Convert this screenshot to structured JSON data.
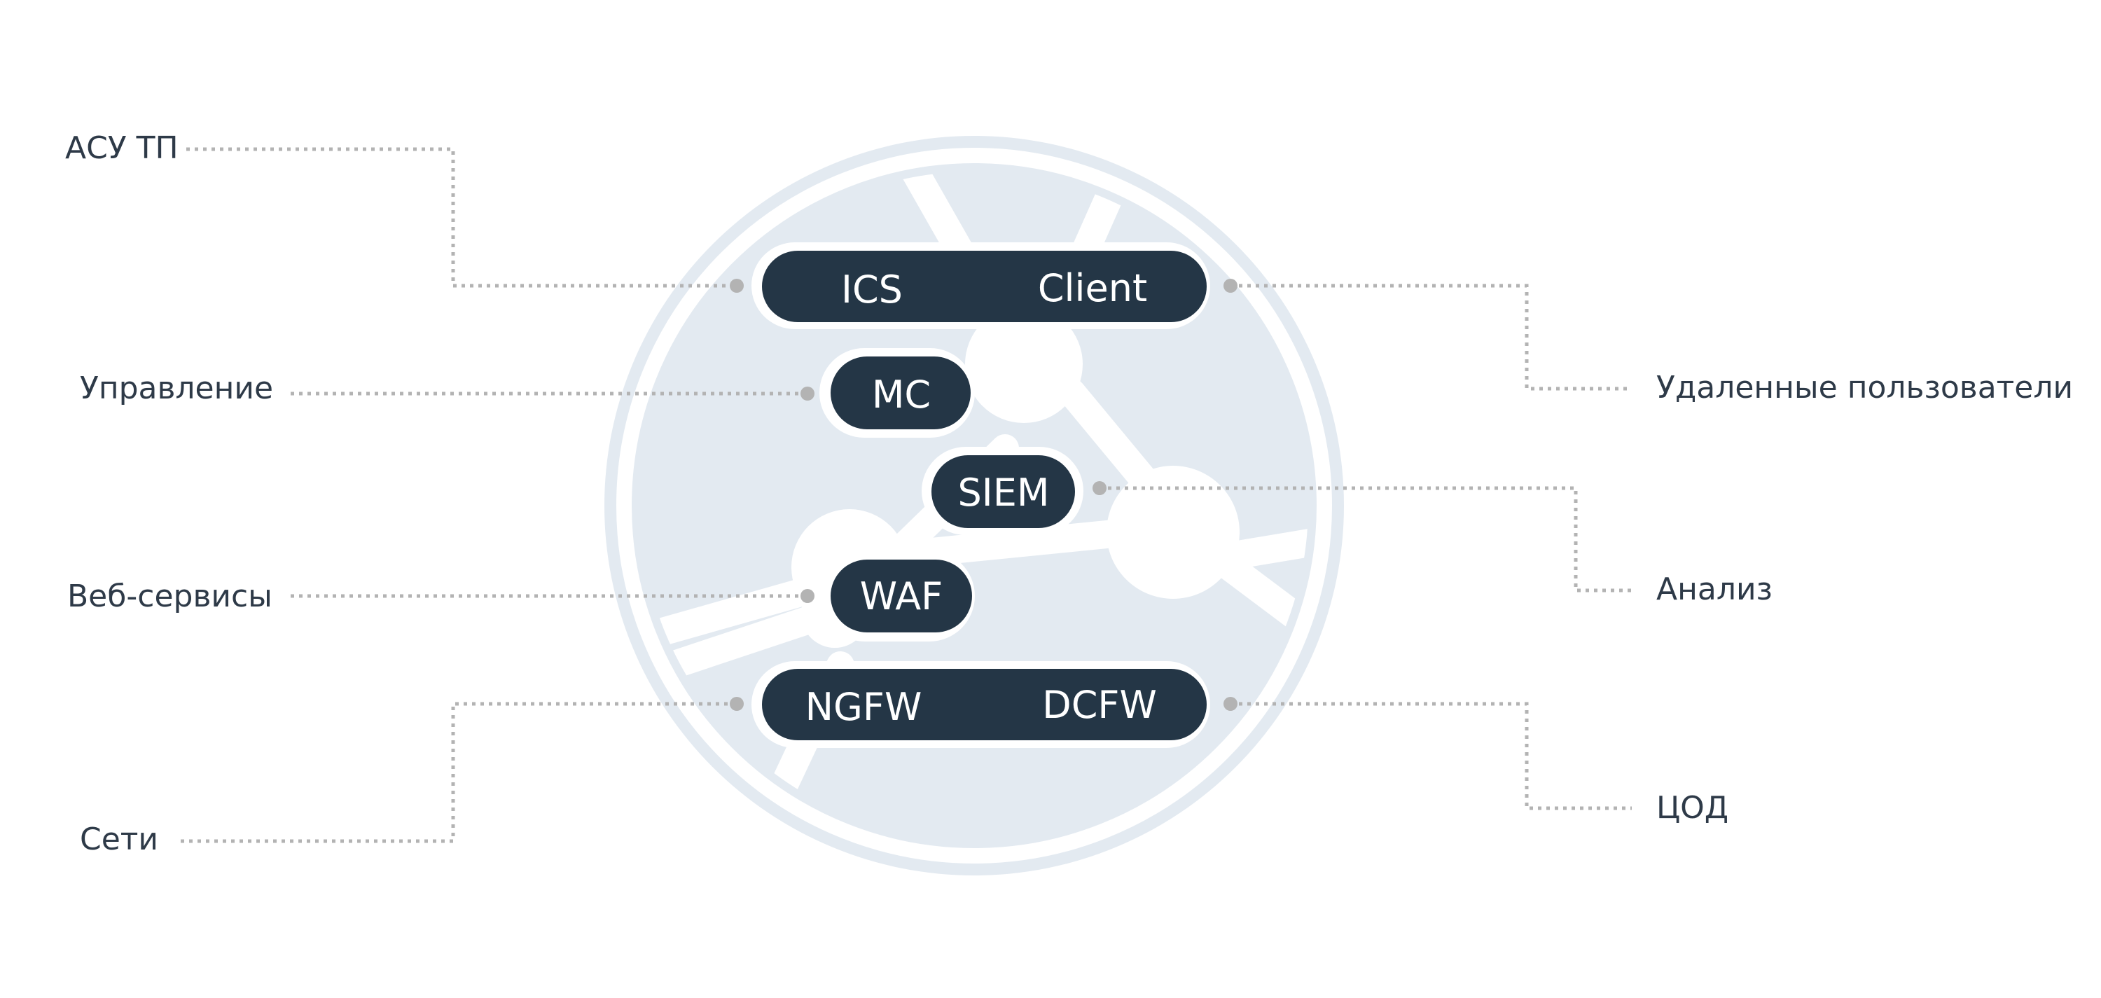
{
  "colors": {
    "background": "#ffffff",
    "globe_fill": "#e3eaf1",
    "globe_line": "#ffffff",
    "pill": "#243646",
    "pill_text": "#ffffff",
    "label_text": "#2e3a48",
    "connector": "#b3b3b3"
  },
  "pills": {
    "ics_client": {
      "left": "ICS",
      "right": "Client"
    },
    "mc": "MC",
    "siem": "SIEM",
    "waf": "WAF",
    "ngfw_dcfw": {
      "left": "NGFW",
      "right": "DCFW"
    }
  },
  "labels": {
    "asu_tp": "АСУ ТП",
    "management": "Управление",
    "web_services": "Веб-сервисы",
    "networks": "Сети",
    "remote_users": "Удаленные пользователи",
    "analysis": "Анализ",
    "dc": "ЦОД"
  }
}
